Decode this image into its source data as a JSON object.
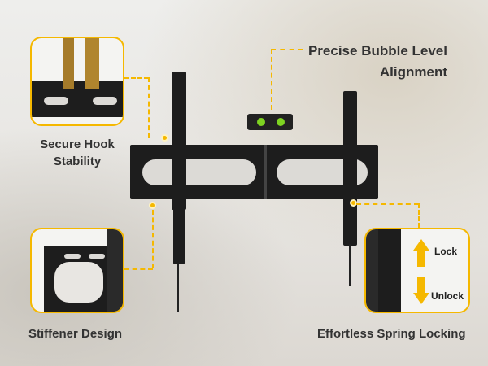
{
  "callouts": {
    "hook": {
      "label_line1": "Secure Hook",
      "label_line2": "Stability"
    },
    "level": {
      "label_line1": "Precise Bubble Level",
      "label_line2": "Alignment"
    },
    "stiffener": {
      "label": "Stiffener Design"
    },
    "spring": {
      "label": "Effortless Spring Locking",
      "lock_label": "Lock",
      "unlock_label": "Unlock"
    }
  },
  "colors": {
    "accent": "#f5b800",
    "mount": "#1d1d1d",
    "level_bubble": "#7ed321"
  }
}
